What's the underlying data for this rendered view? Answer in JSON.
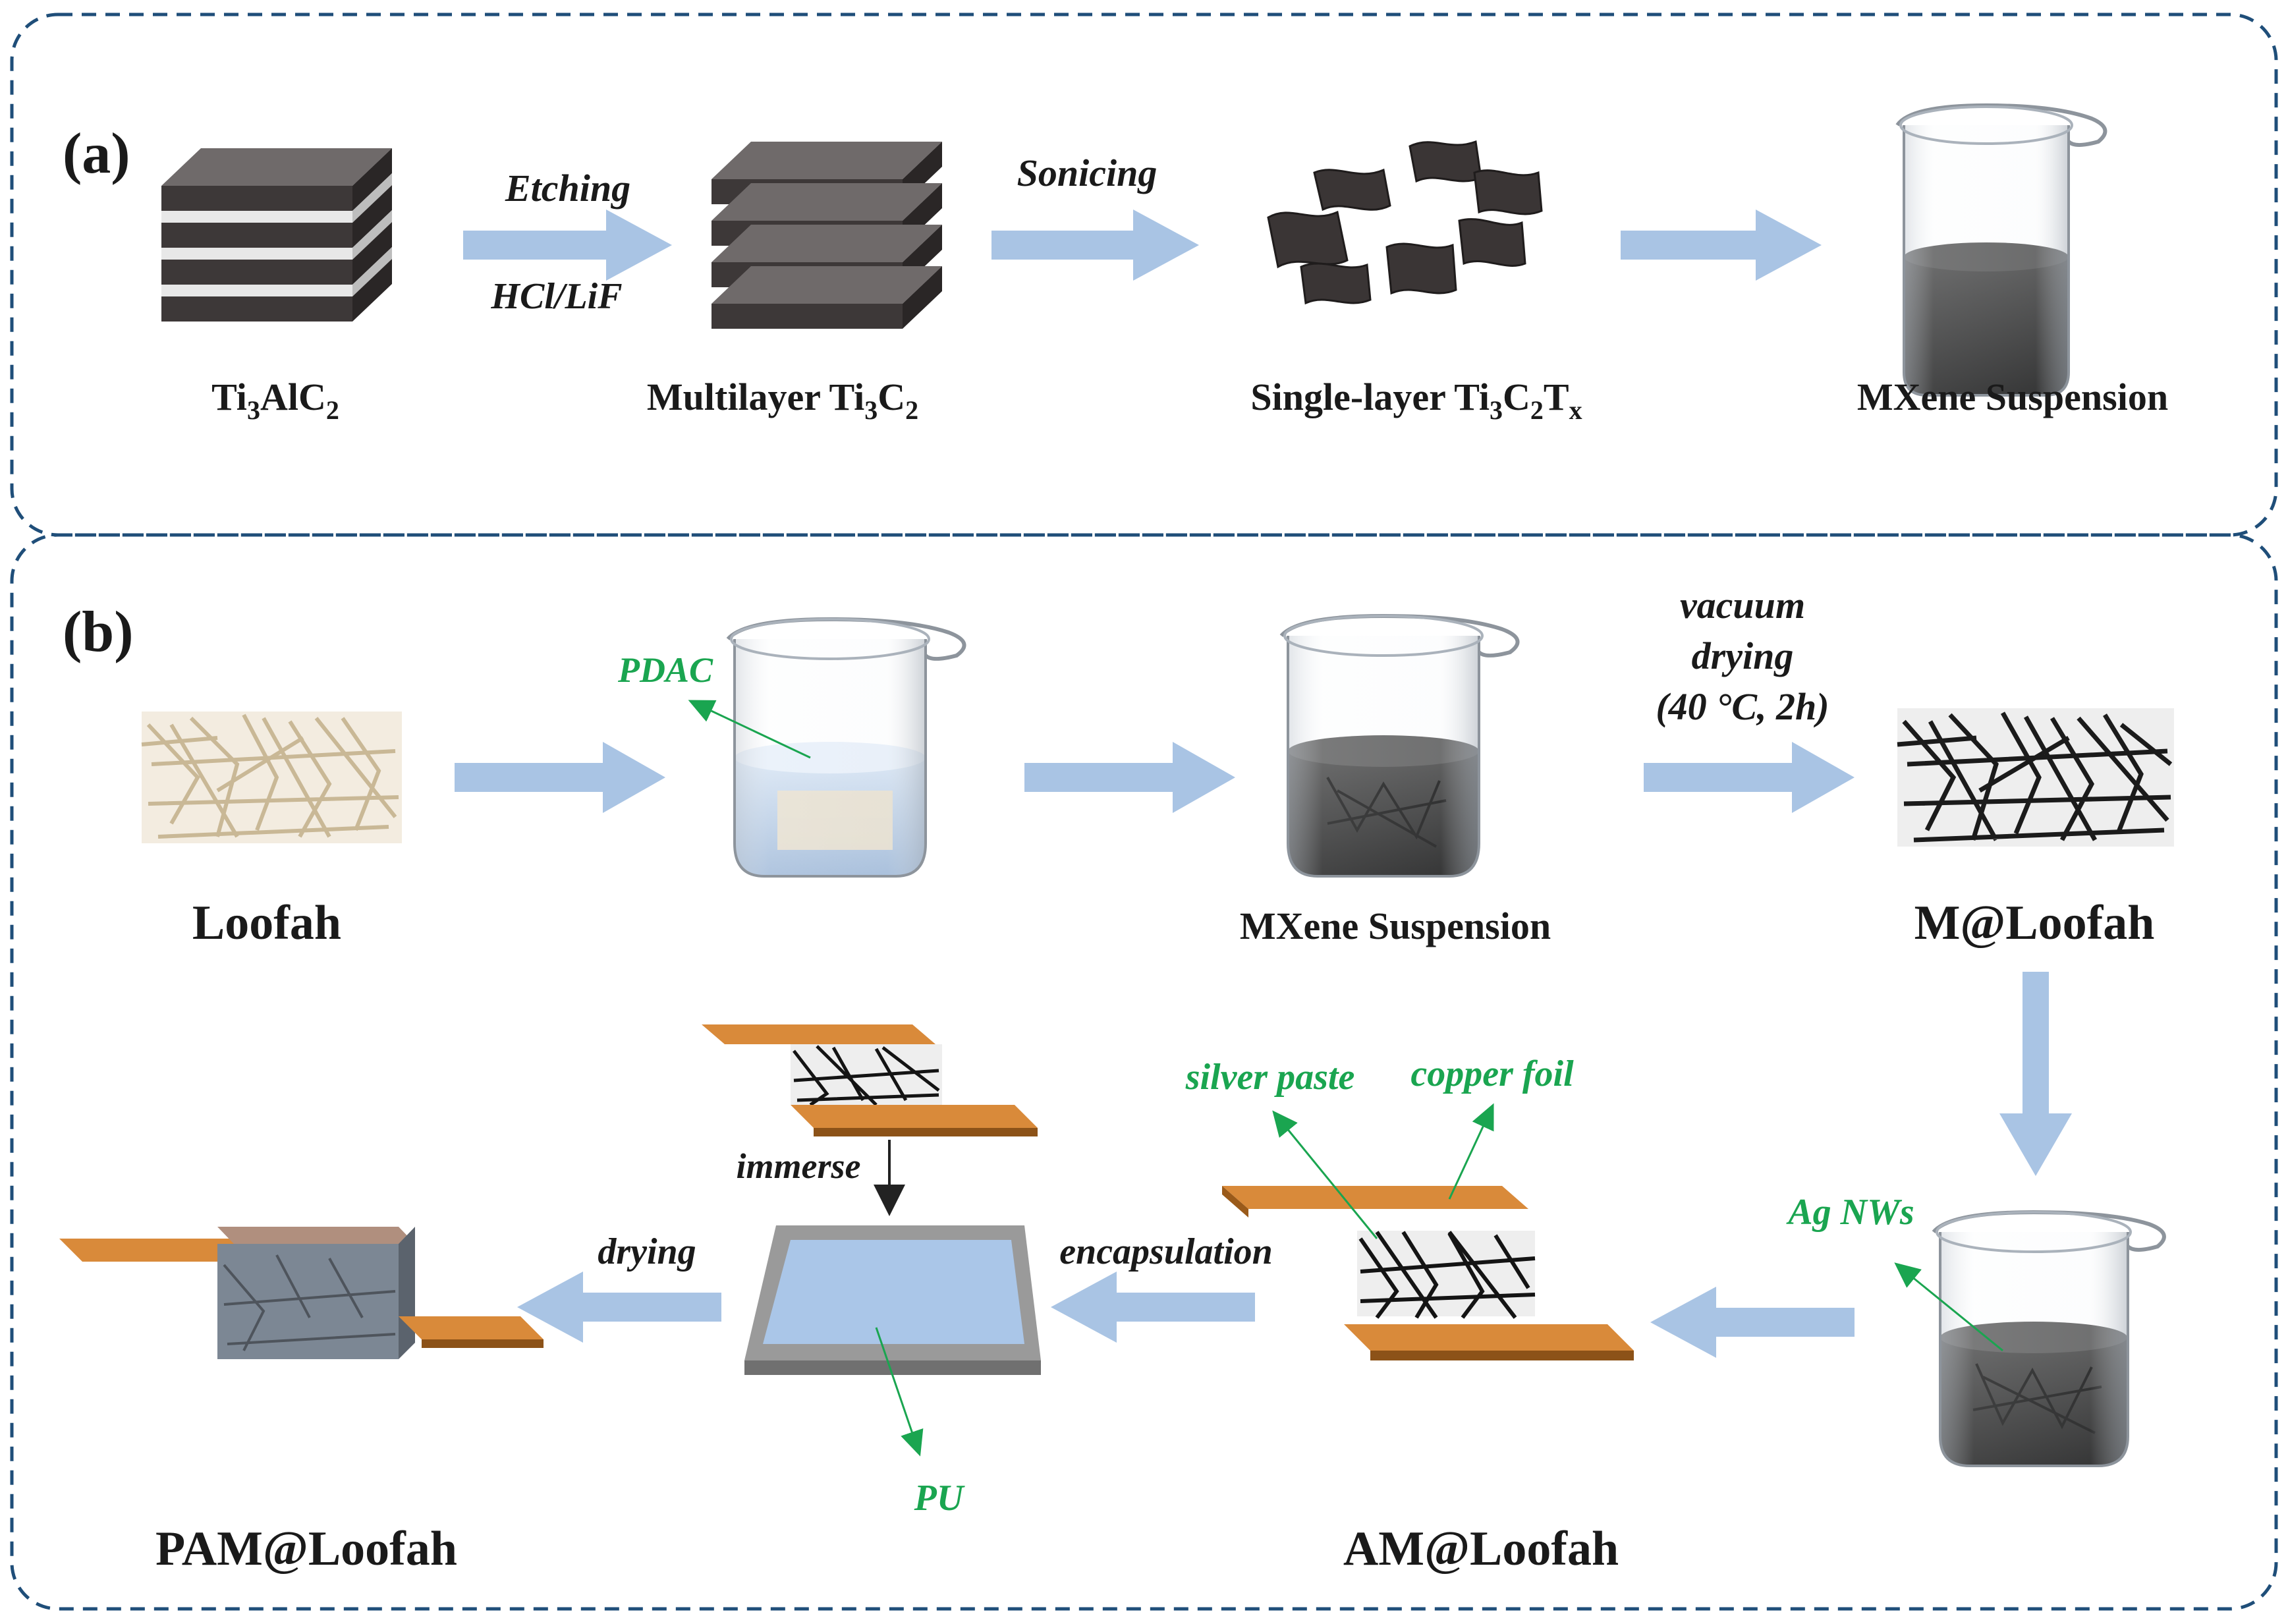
{
  "panel_a": {
    "tag": "(a)",
    "steps": {
      "ti3alc2": {
        "main": "Ti",
        "s1": "3",
        "m2": "AlC",
        "s2": "2"
      },
      "multilayer": {
        "main": "Multilayer Ti",
        "s1": "3",
        "m2": "C",
        "s2": "2"
      },
      "single": {
        "main": "Single-layer Ti",
        "s1": "3",
        "m2": "C",
        "s2": "2",
        "m3": "T",
        "s3": "x"
      },
      "suspension": "MXene Suspension"
    },
    "arrow_labels": {
      "etching": "Etching",
      "reagent": "HCl/LiF",
      "sonicing": "Sonicing"
    }
  },
  "panel_b": {
    "tag": "(b)",
    "labels": {
      "loofah": "Loofah",
      "pdac": "PDAC",
      "mxene_suspension": "MXene Suspension",
      "vacuum_1": "vacuum",
      "vacuum_2": "drying",
      "vacuum_3": "(40 °C, 2h)",
      "m_loofah": "M@Loofah",
      "ag_nws": "Ag NWs",
      "silver_paste": "silver paste",
      "copper_foil": "copper foil",
      "am_loofah": "AM@Loofah",
      "encapsulation": "encapsulation",
      "immerse": "immerse",
      "pu": "PU",
      "drying": "drying",
      "pam_loofah": "PAM@Loofah"
    }
  },
  "colors": {
    "frame": "#1f4e79",
    "arrow": "#a9c4e4",
    "annotation": "#1aa550",
    "text": "#1a1a1a",
    "copper": "#c8731f",
    "loofah": "#d6c6a8",
    "mxene": "#2e2e2e"
  }
}
